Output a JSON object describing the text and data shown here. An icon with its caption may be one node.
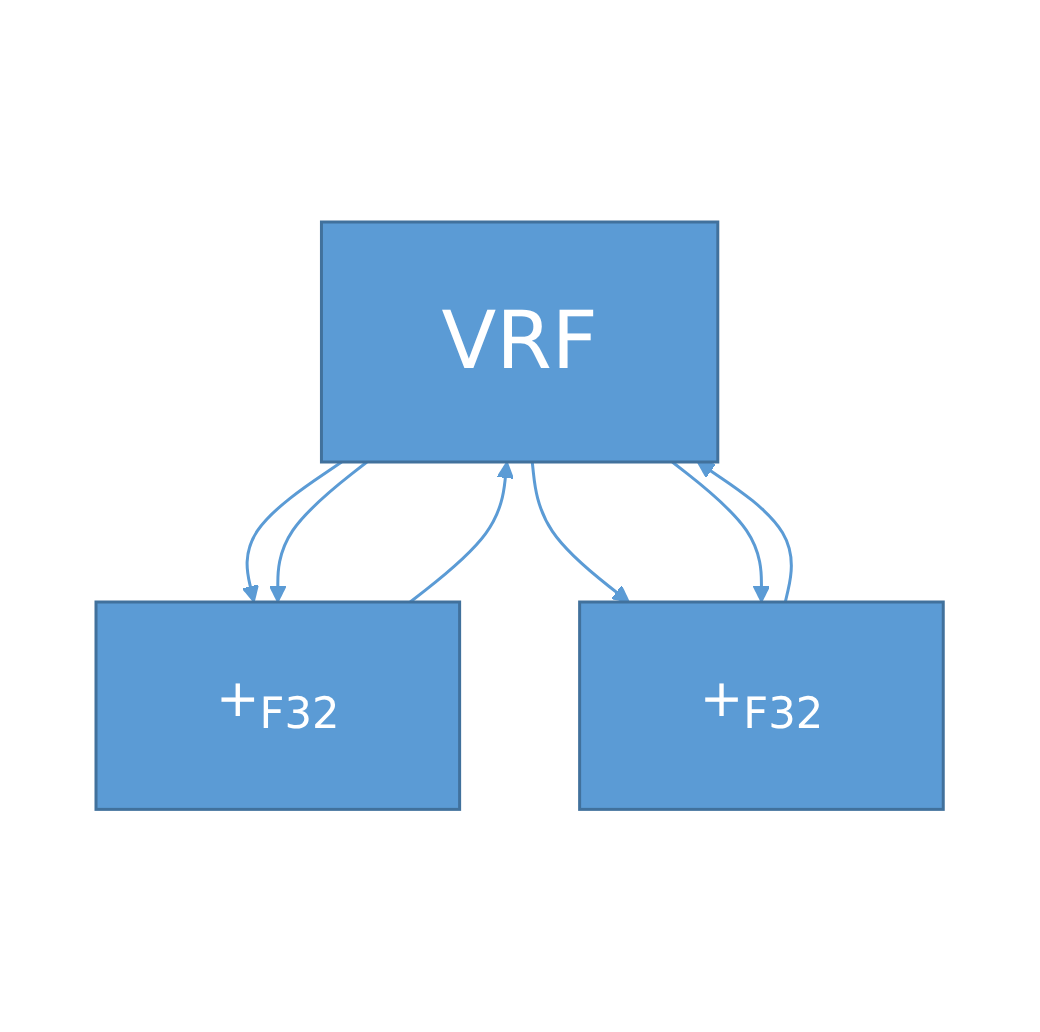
{
  "diagram": {
    "nodes": [
      {
        "text": [
          "VRF"
        ]
      },
      {
        "text": [
          "+$_{F32}$"
        ]
      },
      {
        "text": [
          "+$_{F32}$"
        ]
      }
    ],
    "edges": [
      {
        "from": 0,
        "to": 1,
        "arrow": "to"
      },
      {
        "from": 0,
        "to": 1,
        "arrow": "to"
      },
      {
        "from": 0,
        "to": 2,
        "arrow": "to"
      },
      {
        "from": 0,
        "to": 2,
        "arrow": "to"
      },
      {
        "from": 1,
        "to": 0,
        "arrow": "to"
      },
      {
        "from": 2,
        "to": 0,
        "arrow": "to"
      }
    ]
  }
}
